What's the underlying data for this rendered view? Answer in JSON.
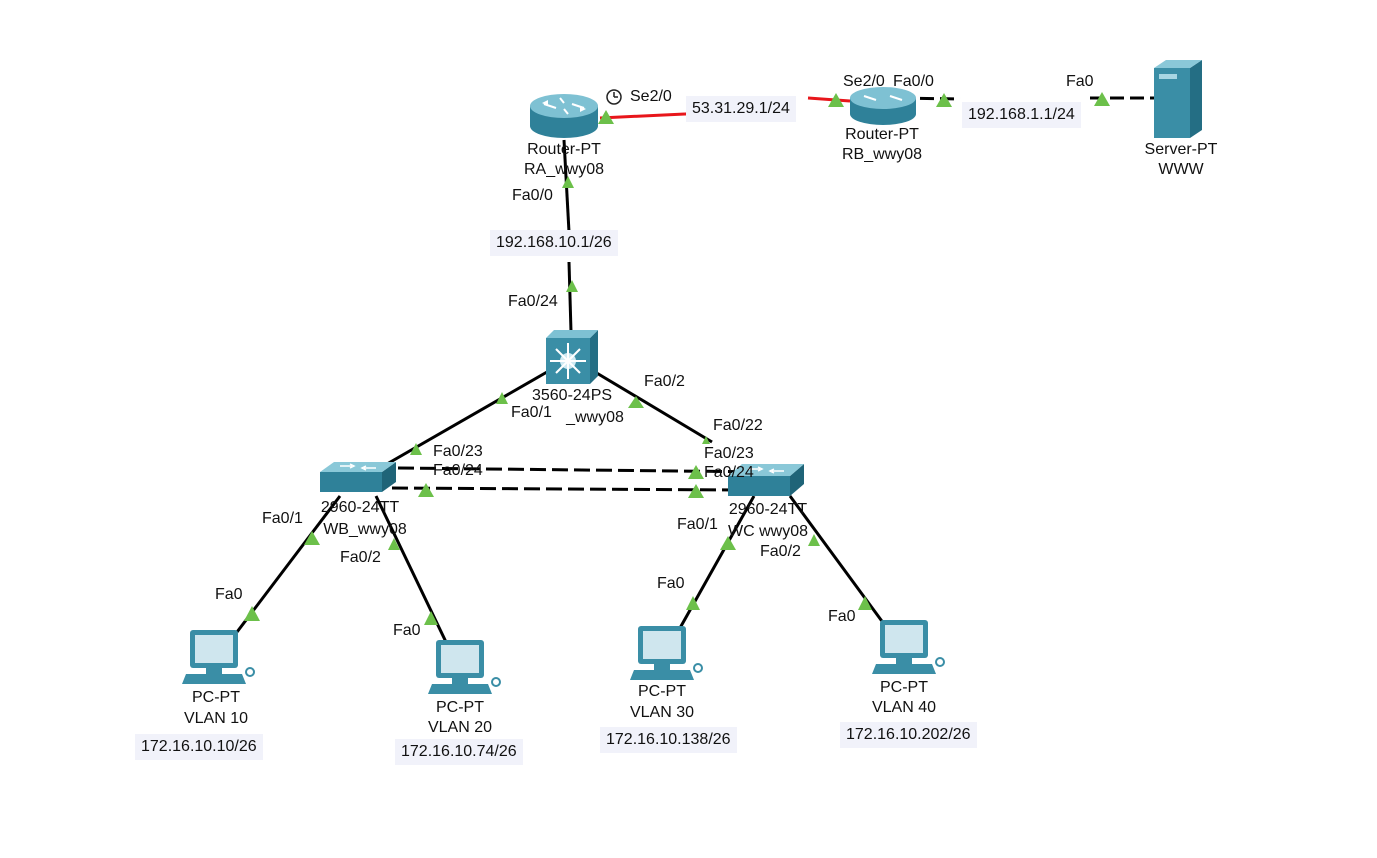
{
  "colors": {
    "serial_link": "#e8161b",
    "ethernet_link": "#000000",
    "port_up": "#6cc04a",
    "device_blue": "#3a8ea6",
    "ip_label_bg": "#f1f2fa"
  },
  "devices": {
    "ra": {
      "type": "Router-PT",
      "name": "RA_wwy08",
      "icon": "router-icon"
    },
    "rb": {
      "type": "Router-PT",
      "name": "RB_wwy08",
      "icon": "router-icon"
    },
    "server": {
      "type": "Server-PT",
      "name": "WWW",
      "icon": "server-icon"
    },
    "core": {
      "type": "3560-24PS",
      "name": "_wwy08",
      "icon": "multilayer-switch-icon"
    },
    "swb": {
      "type": "2960-24TT",
      "name": "WB_wwy08",
      "icon": "switch-icon"
    },
    "swc": {
      "type": "2960-24TT",
      "name": "WC   wwy08",
      "icon": "switch-icon"
    },
    "pc1": {
      "type": "PC-PT",
      "name": "VLAN 10",
      "ip": "172.16.10.10/26",
      "icon": "pc-icon"
    },
    "pc2": {
      "type": "PC-PT",
      "name": "VLAN 20",
      "ip": "172.16.10.74/26",
      "icon": "pc-icon"
    },
    "pc3": {
      "type": "PC-PT",
      "name": "VLAN 30",
      "ip": "172.16.10.138/26",
      "icon": "pc-icon"
    },
    "pc4": {
      "type": "PC-PT",
      "name": "VLAN 40",
      "ip": "172.16.10.202/26",
      "icon": "pc-icon"
    }
  },
  "ip_labels": {
    "wan": "53.31.29.1/24",
    "server_lan": "192.168.1.1/24",
    "ra_lan": "192.168.10.1/26"
  },
  "ports": {
    "ra_se": "Se2/0",
    "rb_se": "Se2/0",
    "rb_fa": "Fa0/0",
    "server_fa": "Fa0",
    "ra_fa": "Fa0/0",
    "core_fa24": "Fa0/24",
    "core_fa1": "Fa0/1",
    "core_fa2": "Fa0/2",
    "swc_fa22": "Fa0/22",
    "swb_fa23": "Fa0/23",
    "swb_fa24": "Fa0/24",
    "swc_fa23": "Fa0/23",
    "swc_fa24": "Fa0/24",
    "swb_fa1": "Fa0/1",
    "swb_fa2": "Fa0/2",
    "swc_fa1": "Fa0/1",
    "swc_fa2": "Fa0/2",
    "pc1_fa": "Fa0",
    "pc2_fa": "Fa0",
    "pc3_fa": "Fa0",
    "pc4_fa": "Fa0"
  }
}
